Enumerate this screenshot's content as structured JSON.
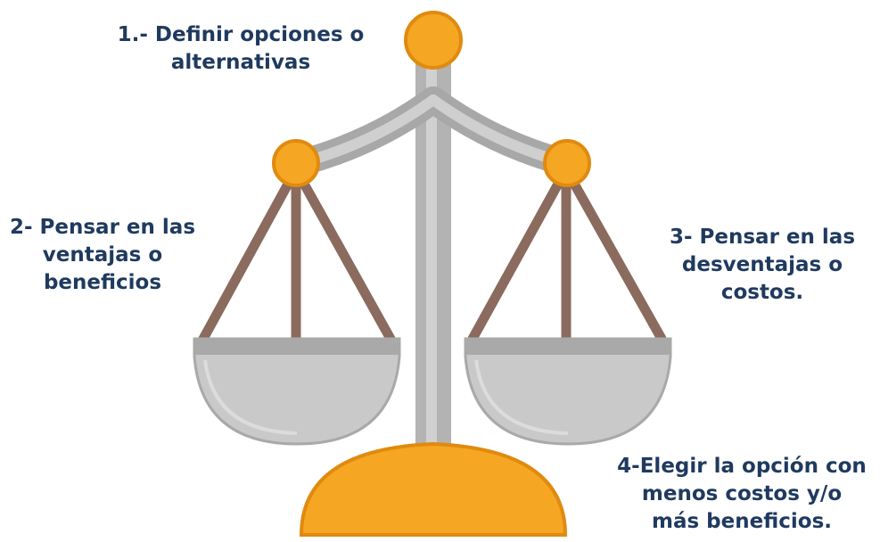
{
  "steps": [
    {
      "id": "step-1",
      "lines": [
        "1.- Definir opciones o",
        "alternativas"
      ]
    },
    {
      "id": "step-2",
      "lines": [
        "2- Pensar en las",
        "ventajas o",
        "beneficios"
      ]
    },
    {
      "id": "step-3",
      "lines": [
        "3- Pensar en las",
        "desventajas o",
        "costos."
      ]
    },
    {
      "id": "step-4",
      "lines": [
        "4-Elegir la opción con",
        "menos costos y/o",
        "más beneficios."
      ]
    }
  ],
  "colors": {
    "label_text": "#1f3a5f",
    "gold": "#f5a623",
    "gold_outline": "#e08a0f",
    "pole": "#b3b3b3",
    "pole_highlight": "#d0d0d0",
    "rope": "#8a6b5e",
    "pan": "#c9c9c9",
    "pan_rim": "#a9a9a9"
  },
  "icon": "balance-scale-icon"
}
